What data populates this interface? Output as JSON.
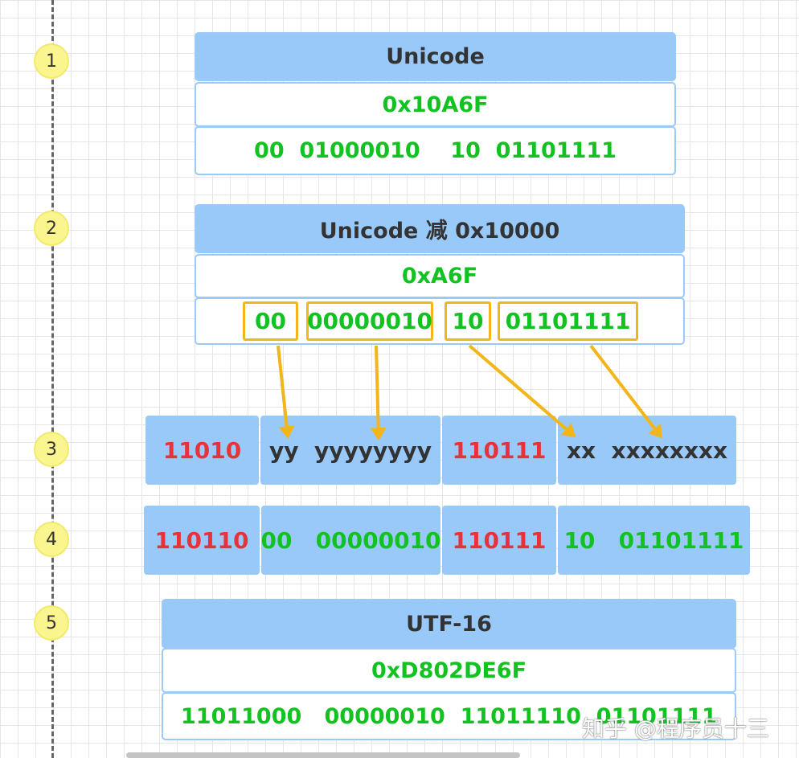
{
  "steps": [
    "1",
    "2",
    "3",
    "4",
    "5"
  ],
  "block1": {
    "header": "Unicode",
    "hex": "0x10A6F",
    "binary": "00  01000010    10  01101111"
  },
  "block2": {
    "header": "Unicode 减 0x10000",
    "hex": "0xA6F",
    "groups": [
      "00",
      "00000010",
      "10",
      "01101111"
    ]
  },
  "template": {
    "high_prefix": "11010",
    "high_bits": "yy  yyyyyyyy",
    "low_prefix": "110111",
    "low_bits": "xx  xxxxxxxx"
  },
  "filled": {
    "high_prefix": "110110",
    "high_bits": "00   00000010",
    "low_prefix": "110111",
    "low_bits": "10   01101111"
  },
  "block5": {
    "header": "UTF-16",
    "hex": "0xD802DE6F",
    "binary": "11011000   00000010  11011110  01101111"
  },
  "watermark": "知乎 @程序员十三",
  "colors": {
    "header_blue": "#99c9f8",
    "binary_green": "#12c221",
    "prefix_red": "#e8323a",
    "highlight_orange": "#f2b61b",
    "step_yellow": "#fbf58f"
  }
}
